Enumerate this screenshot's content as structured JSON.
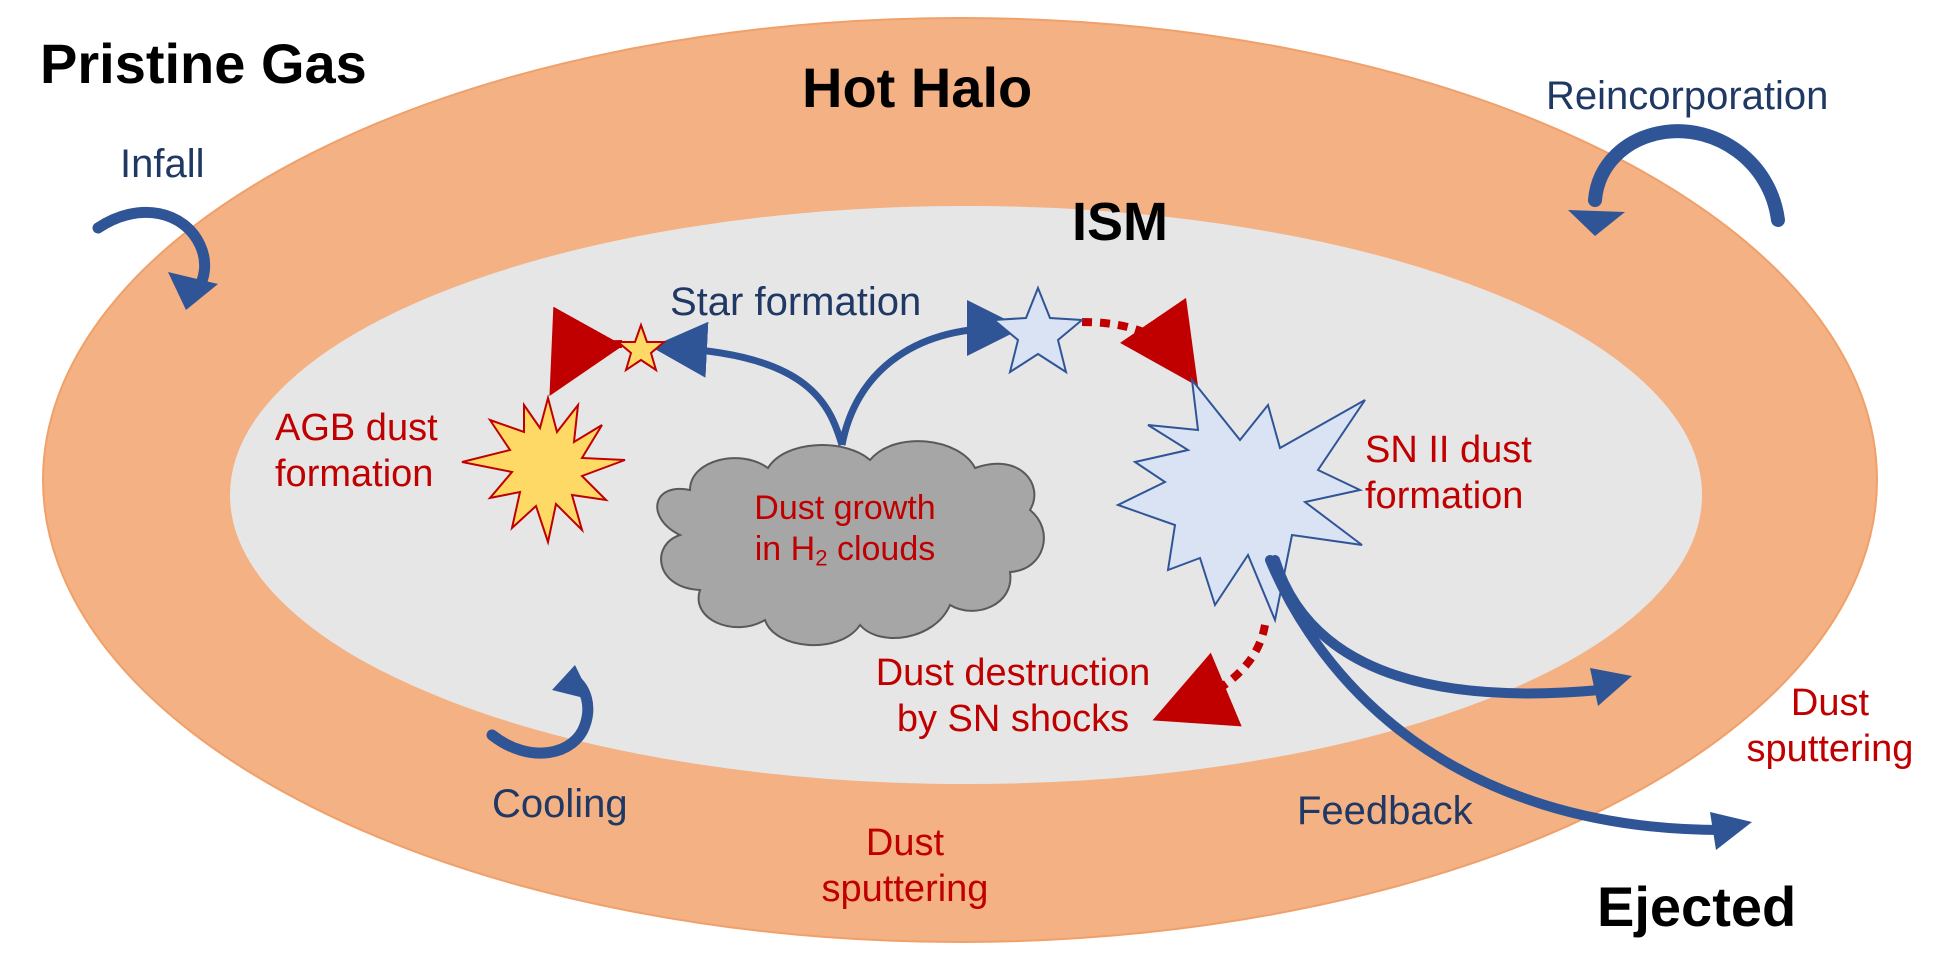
{
  "labels": {
    "pristine_gas": "Pristine Gas",
    "hot_halo": "Hot Halo",
    "ism": "ISM",
    "ejected": "Ejected",
    "infall": "Infall",
    "reincorporation": "Reincorporation",
    "star_formation": "Star formation",
    "cooling": "Cooling",
    "feedback": "Feedback",
    "agb_dust_line1": "AGB dust",
    "agb_dust_line2": "formation",
    "sn2_dust_line1": "SN II dust",
    "sn2_dust_line2": "formation",
    "dust_growth_line1": "Dust growth",
    "dust_growth_line2_prefix": "in H",
    "dust_growth_line2_sub": "2",
    "dust_growth_line2_suffix": " clouds",
    "dust_destruction_line1": "Dust destruction",
    "dust_destruction_line2": "by SN shocks",
    "sputtering_halo_line1": "Dust",
    "sputtering_halo_line2": "sputtering",
    "sputtering_ejected_line1": "Dust",
    "sputtering_ejected_line2": "sputtering"
  },
  "colors": {
    "hot_halo_fill": "#f4b183",
    "hot_halo_stroke": "#f0a06a",
    "ism_fill": "#e7e6e6",
    "cloud_fill": "#a6a6a6",
    "cloud_stroke": "#595959",
    "process_arrow": "#2f5597",
    "dust_arrow": "#c00000",
    "agb_burst_fill": "#ffd966",
    "sn_burst_fill": "#dae3f3",
    "burst_stroke": "#2f5597"
  },
  "icons": [
    "infall-arrow-icon",
    "reincorporation-arrow-icon",
    "cooling-arrow-icon",
    "small-star-icon",
    "blue-star-icon",
    "agb-burst-icon",
    "sn-burst-icon",
    "h2-cloud-icon",
    "feedback-arrow-icon"
  ]
}
